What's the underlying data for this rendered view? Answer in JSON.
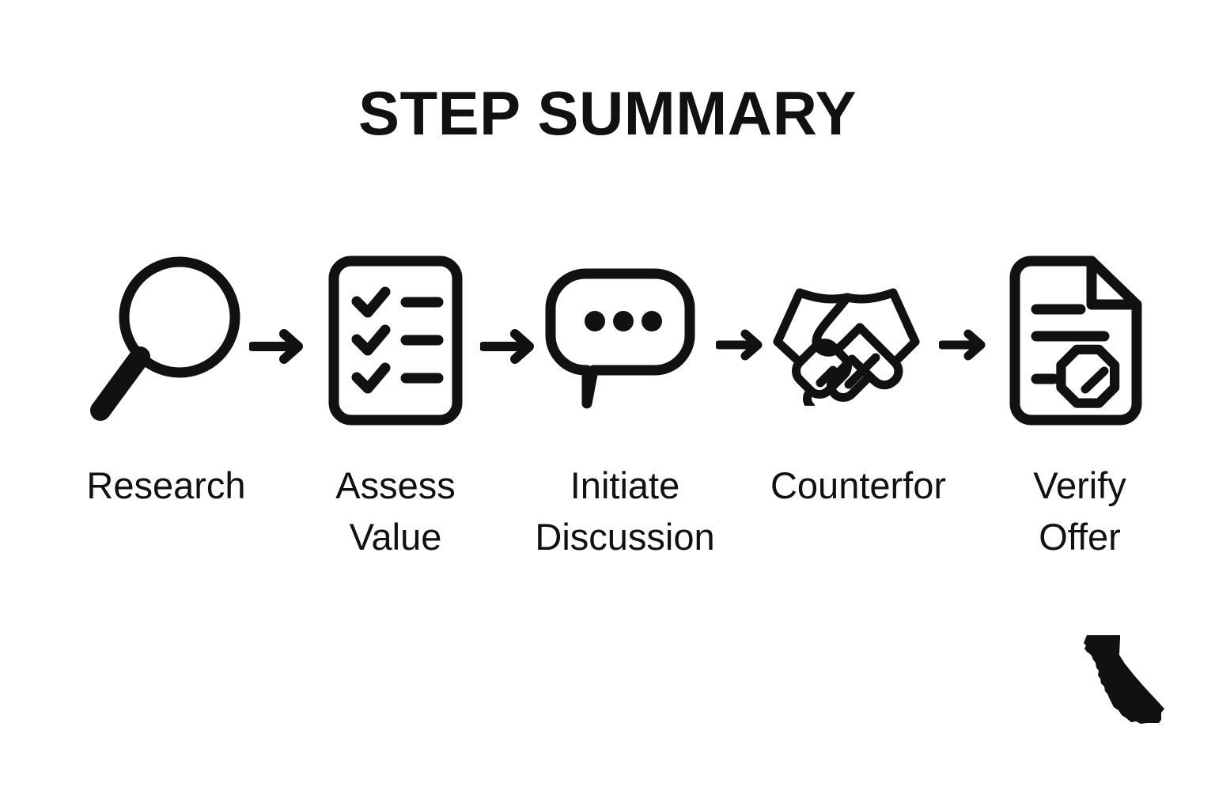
{
  "page": {
    "background_color": "#FFFFFF",
    "ink_color": "#111111"
  },
  "header": {
    "title": "STEP SUMMARY"
  },
  "flow": {
    "steps": [
      {
        "index": 1,
        "icon": "magnifying-glass-icon",
        "label_lines": [
          "Research"
        ]
      },
      {
        "index": 2,
        "icon": "checklist-document-icon",
        "label_lines": [
          "Assess",
          "Value"
        ]
      },
      {
        "index": 3,
        "icon": "speech-bubble-ellipsis-icon",
        "label_lines": [
          "Initiate",
          "Discussion"
        ]
      },
      {
        "index": 4,
        "icon": "handshake-icon",
        "label_lines": [
          "Counterfor"
        ]
      },
      {
        "index": 5,
        "icon": "signed-document-seal-icon",
        "label_lines": [
          "Verify",
          "Offer"
        ]
      }
    ],
    "connectors": [
      {
        "index": 1,
        "icon": "arrow-right-icon"
      },
      {
        "index": 2,
        "icon": "arrow-right-icon"
      },
      {
        "index": 3,
        "icon": "arrow-right-icon"
      },
      {
        "index": 4,
        "icon": "arrow-right-icon"
      }
    ]
  },
  "footer": {
    "state_mark": "california-state-silhouette-icon"
  }
}
